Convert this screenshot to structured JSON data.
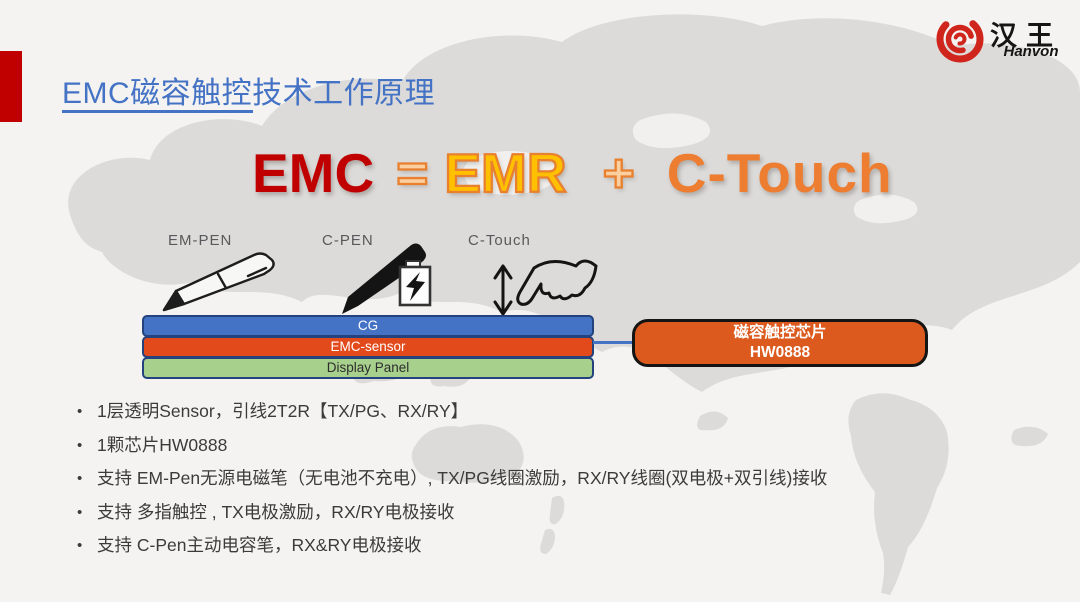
{
  "slide": {
    "title": "EMC磁容触控技术工作原理",
    "logo": {
      "cn": "汉王",
      "en": "Hanvon"
    },
    "formula": {
      "emc": "EMC",
      "equals": "=",
      "emr": "EMR",
      "plus": "+",
      "c_touch": "C-Touch"
    },
    "pen_labels": {
      "em_pen": "EM-PEN",
      "c_pen": "C-PEN",
      "c_touch": "C-Touch"
    },
    "stack_layers": [
      {
        "label": "CG"
      },
      {
        "label": "EMC-sensor"
      },
      {
        "label": "Display Panel"
      }
    ],
    "chip": {
      "line1": "磁容触控芯片",
      "line2": "HW0888"
    },
    "bullets": [
      "1层透明Sensor，引线2T2R【TX/PG、RX/RY】",
      "1颗芯片HW0888",
      "支持 EM-Pen无源电磁笔（无电池不充电）, TX/PG线圈激励，RX/RY线圈(双电极+双引线)接收",
      "支持 多指触控 , TX电极激励，RX/RY电极接收",
      "支持 C-Pen主动电容笔，RX&RY电极接收"
    ],
    "colors": {
      "accent_red": "#C00000",
      "title_blue": "#4472C4",
      "emr_yellow": "#FFC000",
      "formula_orange": "#ED7D31",
      "outline_orange": "#E8802F",
      "layer_blue": "#4472C4",
      "layer_orange": "#E2491B",
      "layer_green": "#A8D08D",
      "chip_orange": "#DC5A1D",
      "logo_red": "#D0251C",
      "map_gray": "#DCDBD9"
    }
  }
}
